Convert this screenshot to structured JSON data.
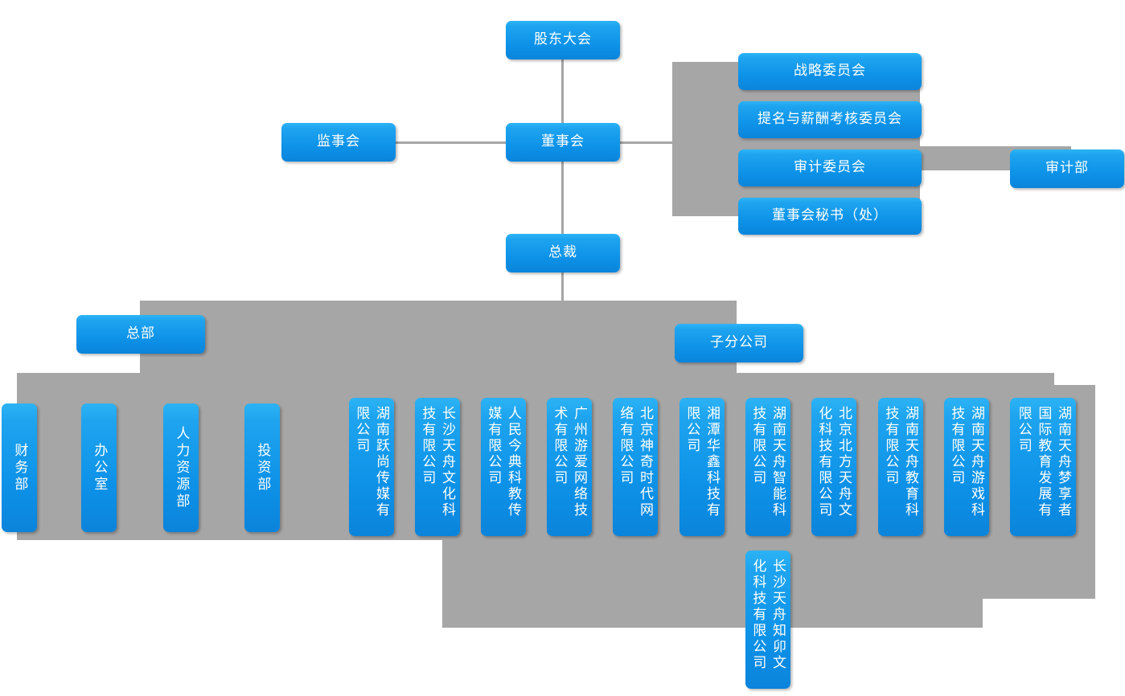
{
  "meta": {
    "title": "组织结构图",
    "accent_blue_top": "#2cb3f5",
    "accent_blue_bottom": "#0b84db",
    "backdrop_gray": "#a6a6a6",
    "text_color": "#ffffff"
  },
  "governance": {
    "shareholders_meeting": "股东大会",
    "board_of_directors": "董事会",
    "board_of_supervisors": "监事会",
    "president": "总裁"
  },
  "committees": [
    {
      "label": "战略委员会"
    },
    {
      "label": "提名与薪酬考核委员会"
    },
    {
      "label": "审计委员会"
    },
    {
      "label": "董事会秘书（处）"
    }
  ],
  "audit_department": "审计部",
  "groups": {
    "headquarters": "总部",
    "subsidiaries": "子分公司"
  },
  "hq_departments": [
    {
      "label": "财务部"
    },
    {
      "label": "办公室"
    },
    {
      "label": "人力资源部"
    },
    {
      "label": "投资部"
    }
  ],
  "subsidiary_companies": [
    {
      "label": "湖南跃尚传媒有限公司"
    },
    {
      "label": "长沙天舟文化科技有限公司"
    },
    {
      "label": "人民今典科教传媒有限公司"
    },
    {
      "label": "广州游爱网络技术有限公司"
    },
    {
      "label": "北京神奇时代网络有限公司"
    },
    {
      "label": "湘潭华鑫科技有限公司"
    },
    {
      "label": "湖南天舟智能科技有限公司"
    },
    {
      "label": "北京北方天舟文化科技有限公司"
    },
    {
      "label": "湖南天舟教育科技有限公司"
    },
    {
      "label": "湖南天舟游戏科技有限公司"
    },
    {
      "label": "湖南天舟梦享者国际教育发展有限公司"
    },
    {
      "label": "长沙天舟知卯文化科技有限公司"
    }
  ]
}
